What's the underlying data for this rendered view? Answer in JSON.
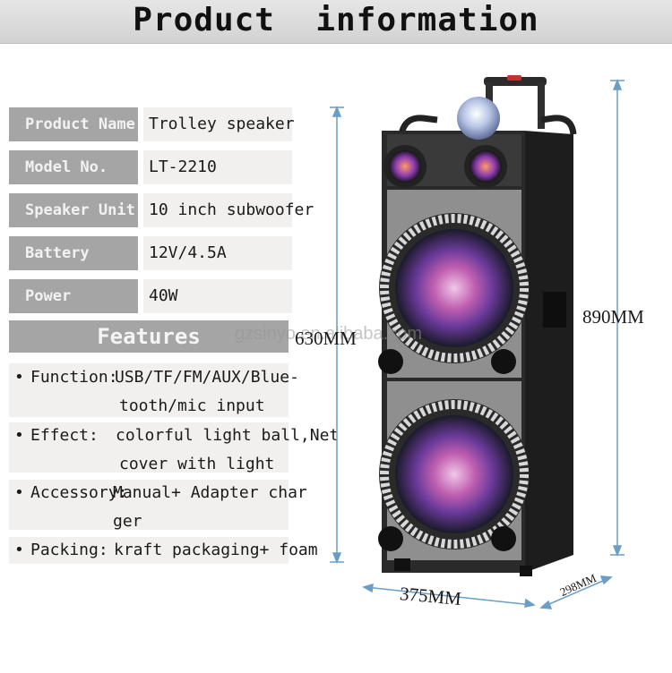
{
  "title": "Product  information",
  "specs": [
    {
      "label": "Product Name",
      "value": "Trolley speaker"
    },
    {
      "label": "Model No.",
      "value": "LT-2210"
    },
    {
      "label": "Speaker Unit",
      "value": "10 inch subwoofer"
    },
    {
      "label": "Battery",
      "value": "12V/4.5A"
    },
    {
      "label": "Power",
      "value": "40W"
    }
  ],
  "features": {
    "heading": "Features",
    "items": [
      {
        "bullet": "•",
        "key": "Function:",
        "lines": [
          "USB/TF/FM/AUX/Blue-",
          "tooth/mic input"
        ]
      },
      {
        "bullet": "•",
        "key": "Effect:",
        "lines": [
          "colorful light ball,Net",
          "cover with light"
        ]
      },
      {
        "bullet": "•",
        "key": "Accessory:",
        "lines": [
          "Manual+ Adapter char",
          "ger"
        ]
      },
      {
        "bullet": "•",
        "key": "Packing:",
        "lines": [
          "kraft packaging+ foam"
        ]
      }
    ]
  },
  "dimensions": {
    "body_height": "630MM",
    "total_height": "890MM",
    "width": "375MM",
    "depth": "298MM"
  },
  "watermark": "gzsinyo.en.alibaba.com",
  "colors": {
    "label_bg": "#a5a5a5",
    "value_bg": "#f1f0ee",
    "dimension_line": "#6a9ec4",
    "speaker_body": "#2a2a2a"
  }
}
